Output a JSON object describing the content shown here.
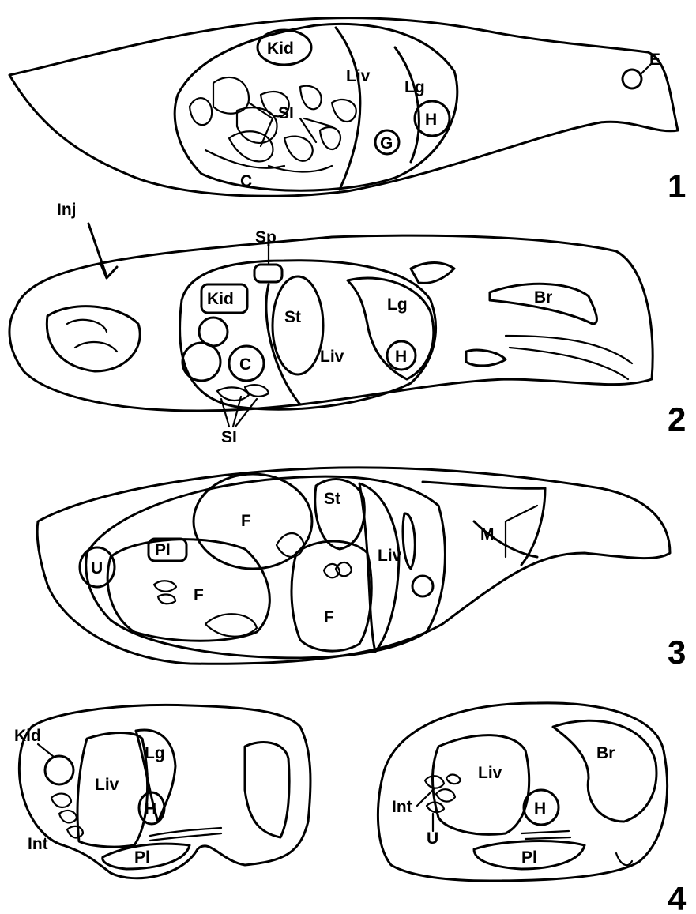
{
  "figure": {
    "panel1": {
      "number": "1",
      "labels": {
        "kid": "Kid",
        "liv": "Liv",
        "lg": "Lg",
        "h": "H",
        "g": "G",
        "si": "SI",
        "c": "C",
        "e": "E"
      }
    },
    "panel2": {
      "number": "2",
      "labels": {
        "inj": "Inj",
        "sp": "Sp",
        "kid": "Kid",
        "st": "St",
        "lg": "Lg",
        "h": "H",
        "liv": "Liv",
        "c": "C",
        "si": "SI",
        "br": "Br"
      }
    },
    "panel3": {
      "number": "3",
      "labels": {
        "f_top": "F",
        "st": "St",
        "pl": "Pl",
        "liv": "Liv",
        "m": "M",
        "u": "U",
        "f_left": "F",
        "f_bottom": "F"
      }
    },
    "panel4": {
      "number": "4",
      "left": {
        "labels": {
          "kid": "Kid",
          "liv": "Liv",
          "lg": "Lg",
          "h": "H",
          "int": "Int",
          "pl": "Pl"
        }
      },
      "right": {
        "labels": {
          "liv": "Liv",
          "br": "Br",
          "int": "Int",
          "h": "H",
          "u": "U",
          "pl": "Pl"
        }
      }
    }
  }
}
